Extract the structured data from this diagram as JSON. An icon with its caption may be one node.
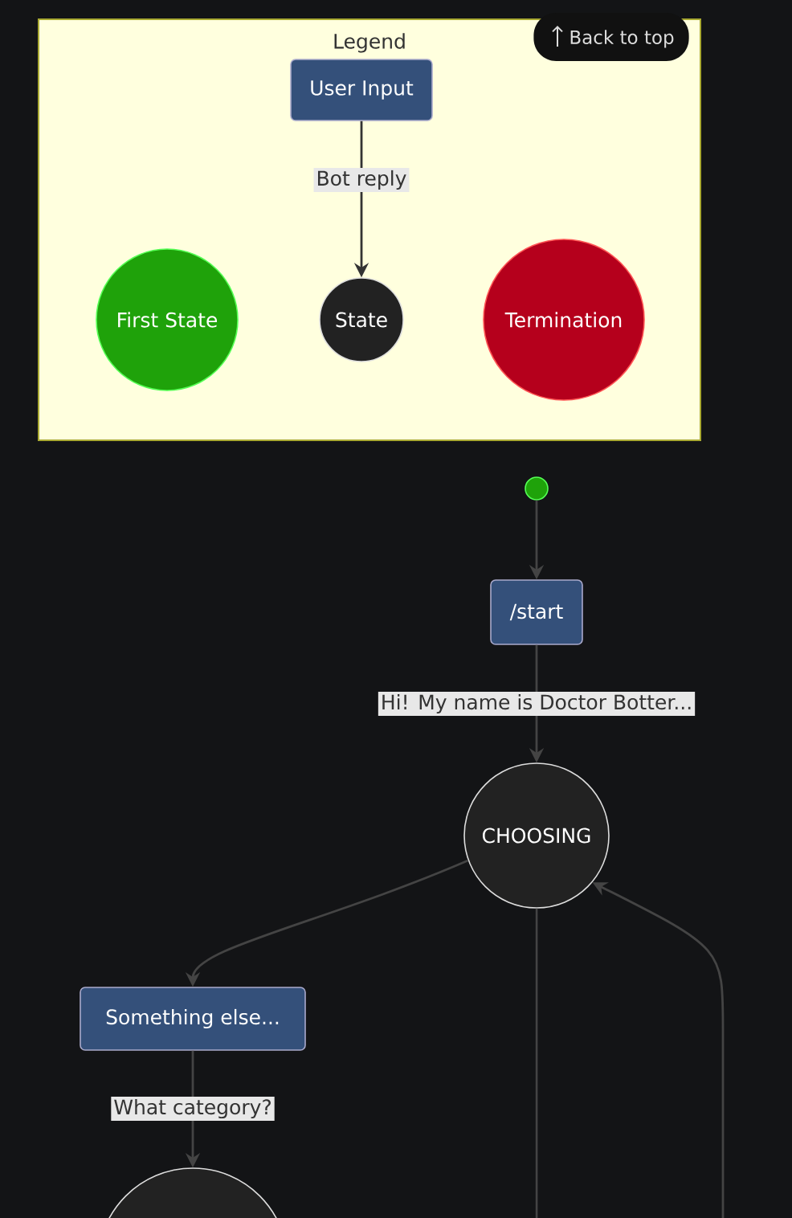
{
  "diagram": {
    "nodes": [
      {
        "text": [
          "Legend"
        ]
      },
      {
        "text": [
          "User Input"
        ],
        "in": 0
      },
      {
        "text": [
          "First State"
        ],
        "in": 0
      },
      {
        "text": [
          "State"
        ],
        "in": 0
      },
      {
        "text": [
          "Termination"
        ],
        "in": 0
      },
      {
        "text": [],
        "shape": "circle"
      },
      {
        "text": [
          "/start"
        ]
      },
      {
        "text": [
          "CHOOSING"
        ]
      },
      {
        "text": [
          "Something else..."
        ]
      },
      {
        "text": [],
        "shape": "circle"
      }
    ],
    "edges": [
      {
        "from": 1,
        "to": 3,
        "arrow": "to",
        "label": "Bot reply",
        "color": "#333333"
      },
      {
        "from": 5,
        "to": 6,
        "arrow": "to"
      },
      {
        "from": 6,
        "to": 7,
        "arrow": "to",
        "label": "Hi! My name is Doctor Botter..."
      },
      {
        "from": 7,
        "to": 8,
        "arrow": "to"
      },
      {
        "from": 8,
        "to": 9,
        "arrow": "to",
        "label": "What category?"
      },
      {
        "from": 7,
        "to": null,
        "arrow": "none"
      },
      {
        "from": null,
        "to": 7,
        "arrow": "to"
      }
    ],
    "labels": [
      "Back to top"
    ]
  }
}
